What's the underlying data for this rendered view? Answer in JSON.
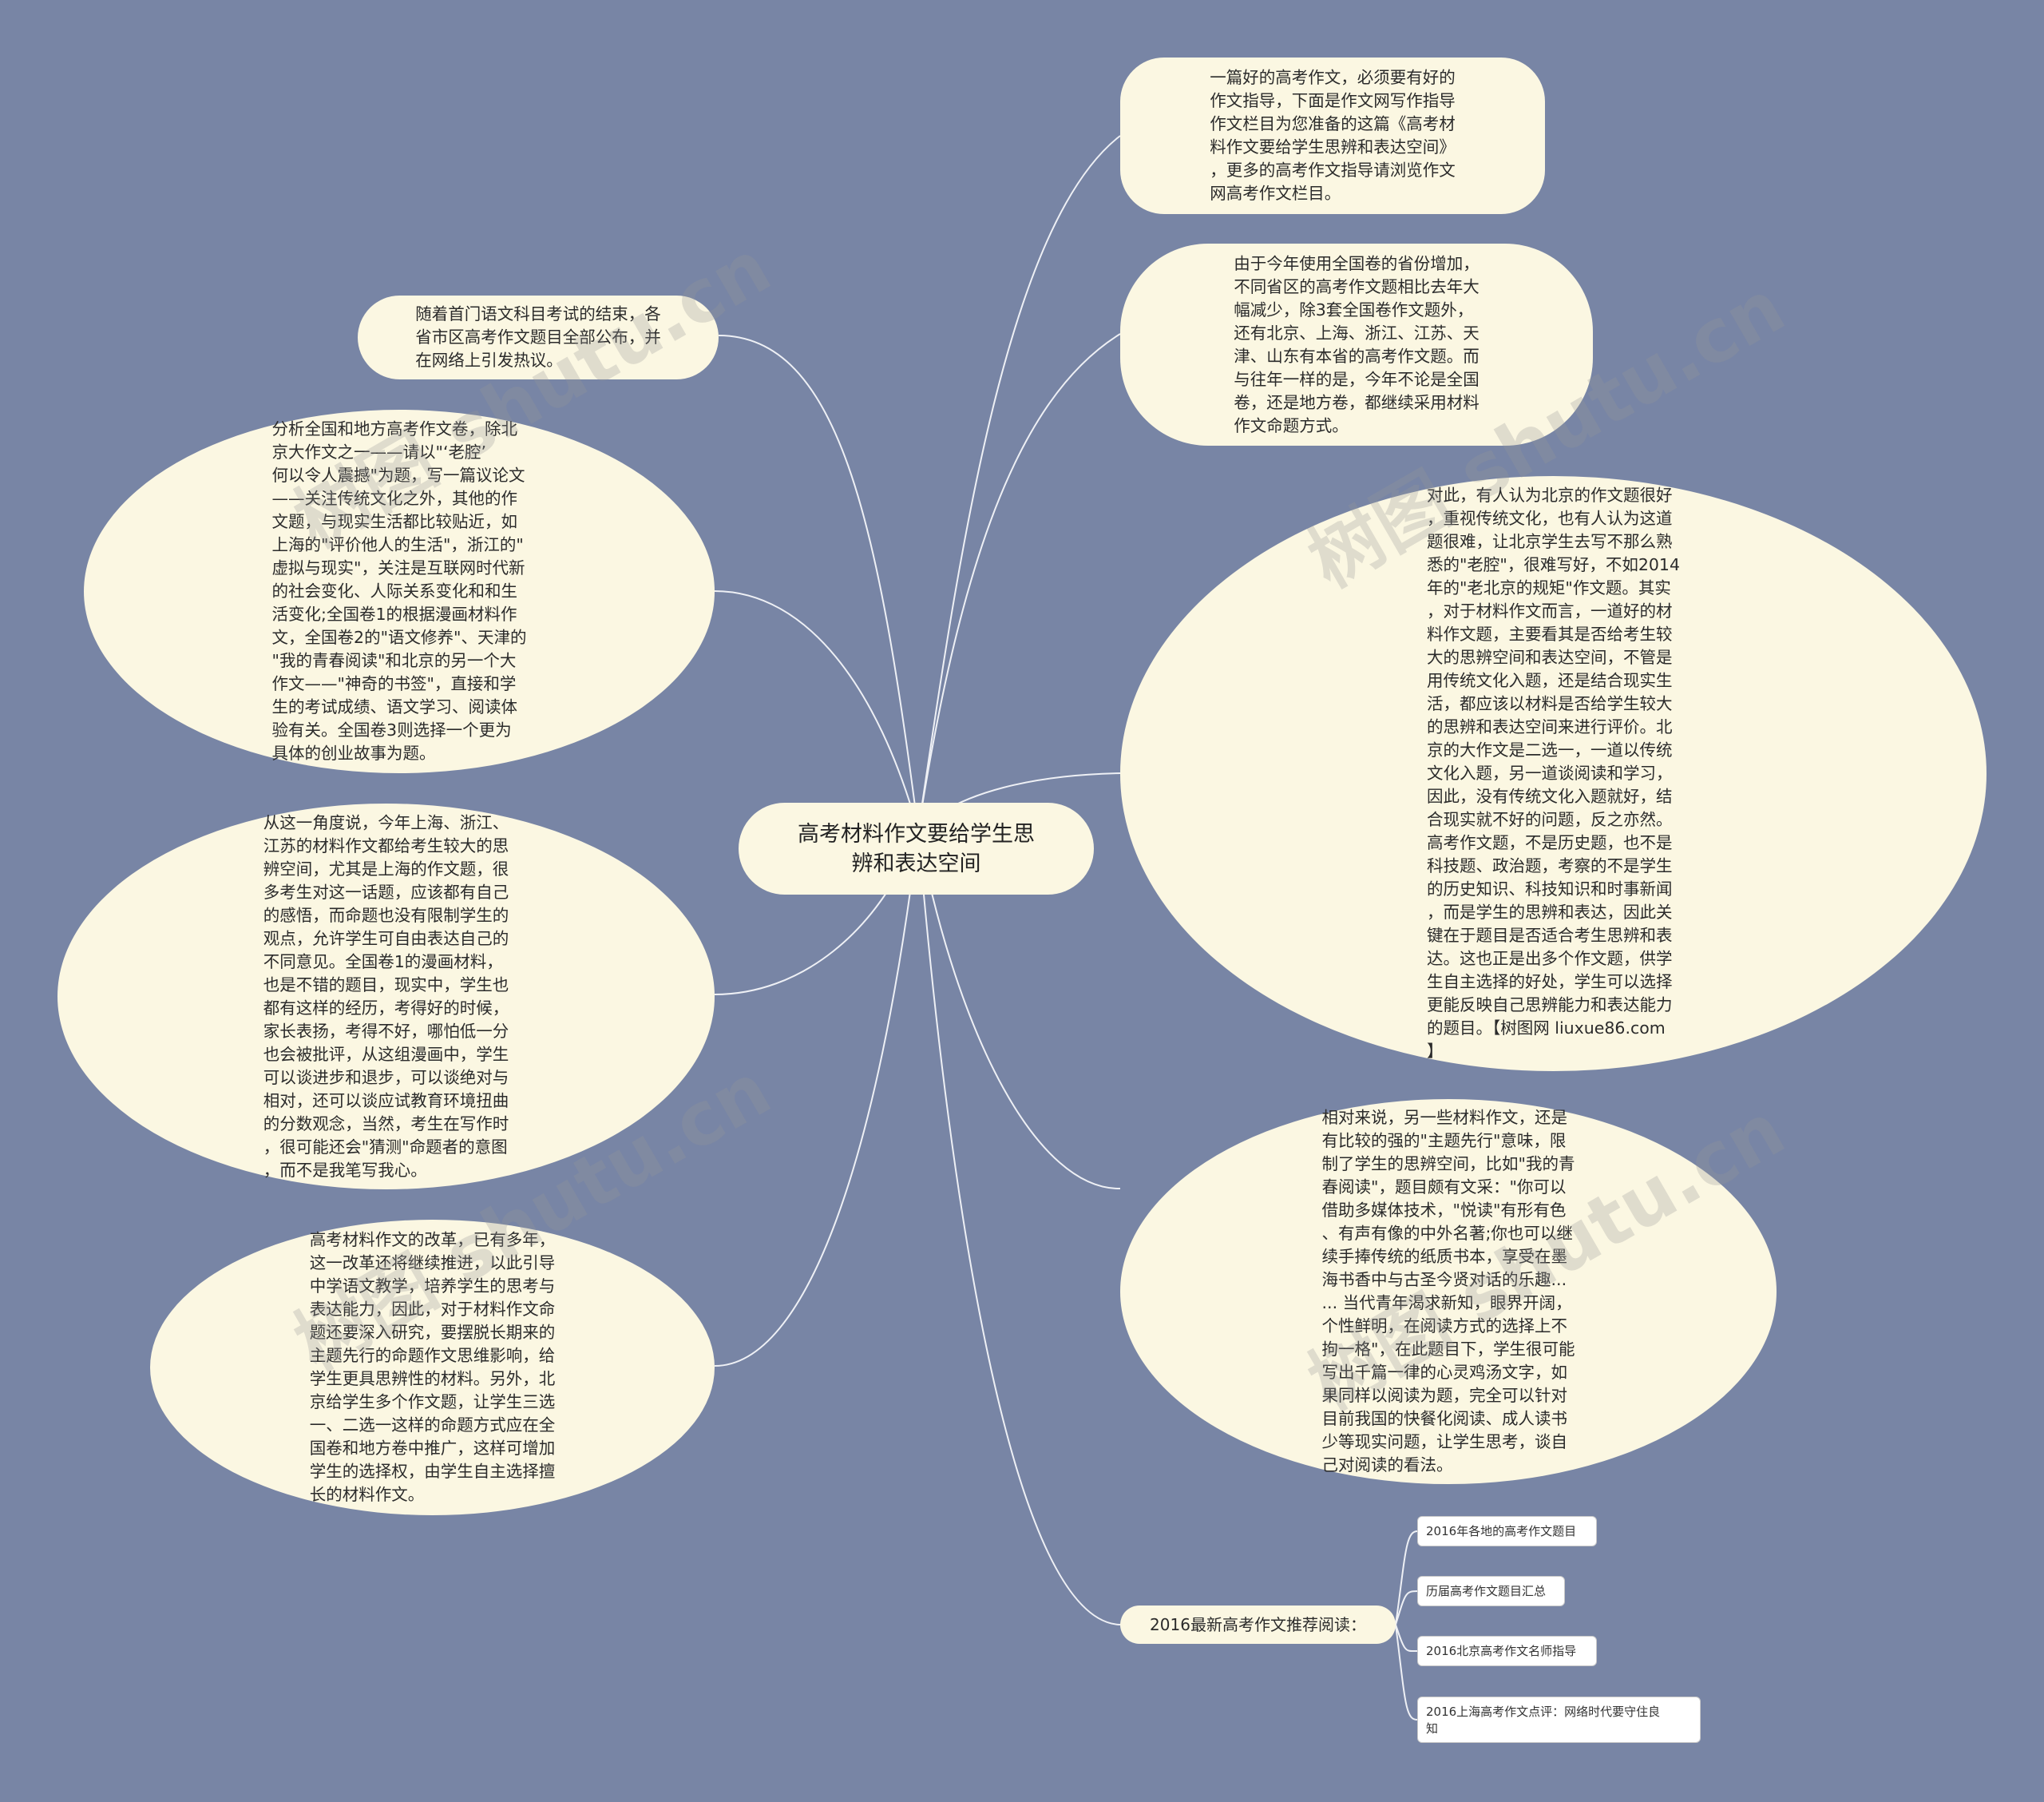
{
  "root": {
    "title": "高考材料作文要给学生思\n辨和表达空间"
  },
  "nodes": {
    "intro": "一篇好的高考作文，必须要有好的\n作文指导，下面是作文网写作指导\n作文栏目为您准备的这篇《高考材\n料作文要给学生思辨和表达空间》\n，更多的高考作文指导请浏览作文\n网高考作文栏目。",
    "national_papers": "由于今年使用全国卷的省份增加，\n不同省区的高考作文题相比去年大\n幅减少，除3套全国卷作文题外，\n还有北京、上海、浙江、江苏、天\n津、山东有本省的高考作文题。而\n与往年一样的是，今年不论是全国\n卷，还是地方卷，都继续采用材料\n作文命题方式。",
    "beijing_view": "对此，有人认为北京的作文题很好\n，重视传统文化，也有人认为这道\n题很难，让北京学生去写不那么熟\n悉的\"老腔\"，很难写好，不如2014\n年的\"老北京的规矩\"作文题。其实\n，对于材料作文而言，一道好的材\n料作文题，主要看其是否给考生较\n大的思辨空间和表达空间，不管是\n用传统文化入题，还是结合现实生\n活，都应该以材料是否给学生较大\n的思辨和表达空间来进行评价。北\n京的大作文是二选一，一道以传统\n文化入题，另一道谈阅读和学习，\n因此，没有传统文化入题就好，结\n合现实就不好的问题，反之亦然。\n高考作文题，不是历史题，也不是\n科技题、政治题，考察的不是学生\n的历史知识、科技知识和时事新闻\n，而是学生的思辨和表达，因此关\n键在于题目是否适合考生思辨和表\n达。这也正是出多个作文题，供学\n生自主选择的好处，学生可以选择\n更能反映自己思辨能力和表达能力\n的题目。【树图网 liuxue86.com\n】",
    "topic_first": "相对来说，另一些材料作文，还是\n有比较的强的\"主题先行\"意味，限\n制了学生的思辨空间，比如\"我的青\n春阅读\"，题目颇有文采：\"你可以\n借助多媒体技术，\"悦读\"有形有色\n、有声有像的中外名著;你也可以继\n续手捧传统的纸质书本，享受在墨\n海书香中与古圣今贤对话的乐趣...\n... 当代青年渴求新知，眼界开阔，\n个性鲜明，在阅读方式的选择上不\n拘一格\"，在此题目下，学生很可能\n写出千篇一律的心灵鸡汤文字，如\n果同样以阅读为题，完全可以针对\n目前我国的快餐化阅读、成人读书\n少等现实问题，让学生思考，谈自\n己对阅读的看法。",
    "exam_end": "随着首门语文科目考试的结束，各\n省市区高考作文题目全部公布，并\n在网络上引发热议。",
    "analysis": "分析全国和地方高考作文卷，除北\n京大作文之一——请以\"‘老腔’\n何以令人震撼\"为题，写一篇议论文\n——关注传统文化之外，其他的作\n文题，与现实生活都比较贴近，如\n上海的\"评价他人的生活\"，浙江的\"\n虚拟与现实\"，关注是互联网时代新\n的社会变化、人际关系变化和和生\n活变化;全国卷1的根据漫画材料作\n文，全国卷2的\"语文修养\"、天津的\n\"我的青春阅读\"和北京的另一个大\n作文——\"神奇的书签\"，直接和学\n生的考试成绩、语文学习、阅读体\n验有关。全国卷3则选择一个更为\n具体的创业故事为题。",
    "perspective": "从这一角度说，今年上海、浙江、\n江苏的材料作文都给考生较大的思\n辨空间，尤其是上海的作文题，很\n多考生对这一话题，应该都有自己\n的感悟，而命题也没有限制学生的\n观点，允许学生可自由表达自己的\n不同意见。全国卷1的漫画材料，\n也是不错的题目，现实中，学生也\n都有这样的经历，考得好的时候，\n家长表扬，考得不好，哪怕低一分\n也会被批评，从这组漫画中，学生\n可以谈进步和退步，可以谈绝对与\n相对，还可以谈应试教育环境扭曲\n的分数观念，当然，考生在写作时\n，很可能还会\"猜测\"命题者的意图\n，而不是我笔写我心。",
    "reform": "高考材料作文的改革，已有多年，\n这一改革还将继续推进，以此引导\n中学语文教学，培养学生的思考与\n表达能力，因此，对于材料作文命\n题还要深入研究，要摆脱长期来的\n主题先行的命题作文思维影响，给\n学生更具思辨性的材料。另外，北\n京给学生多个作文题，让学生三选\n一、二选一这样的命题方式应在全\n国卷和地方卷中推广，这样可增加\n学生的选择权，由学生自主选择擅\n长的材料作文。",
    "recommend_title": "2016最新高考作文推荐阅读："
  },
  "recommend_items": [
    "2016年各地的高考作文题目",
    "历届高考作文题目汇总",
    "2016北京高考作文名师指导",
    "2016上海高考作文点评：网络时代要守住良\n知"
  ],
  "watermark": "树图 shutu.cn",
  "colors": {
    "background": "#7885a5",
    "node": "#fbf7e2",
    "link": "#eef0f5"
  }
}
